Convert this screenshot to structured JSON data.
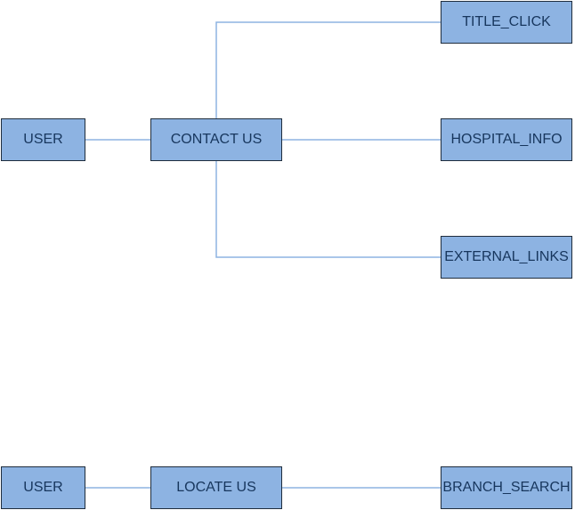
{
  "diagram1": {
    "user": "USER",
    "contact": "CONTACT US",
    "title_click": "TITLE_CLICK",
    "hospital_info": "HOSPITAL_INFO",
    "external_links": "EXTERNAL_LINKS"
  },
  "diagram2": {
    "user": "USER",
    "locate": "LOCATE US",
    "branch_search": "BRANCH_SEARCH"
  },
  "colors": {
    "box_fill": "#8db3e2",
    "box_border": "#1f2d3d",
    "connector": "#8db3e2",
    "text": "#17365d"
  }
}
